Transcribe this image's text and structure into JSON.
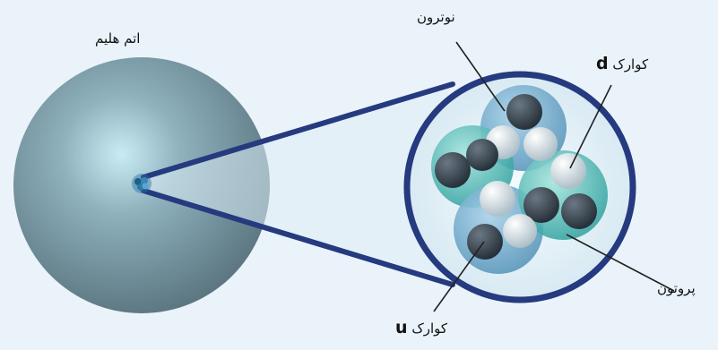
{
  "labels": {
    "helium_atom": "اتم هلیم",
    "neutron": "نوترون",
    "proton": "پروتون",
    "quark_word": "کوارک",
    "d_quark_symbol": "d",
    "u_quark_symbol": "u"
  },
  "colors": {
    "background": "#eaf3f9",
    "atom_sphere": "#6e8c97",
    "zoom_lines": "#253a7f",
    "neutron_blob": "#6aa9cc",
    "proton_blob": "#3fb5b0",
    "quark_dark": "#3d4a55",
    "quark_light": "#dfe9ee"
  }
}
